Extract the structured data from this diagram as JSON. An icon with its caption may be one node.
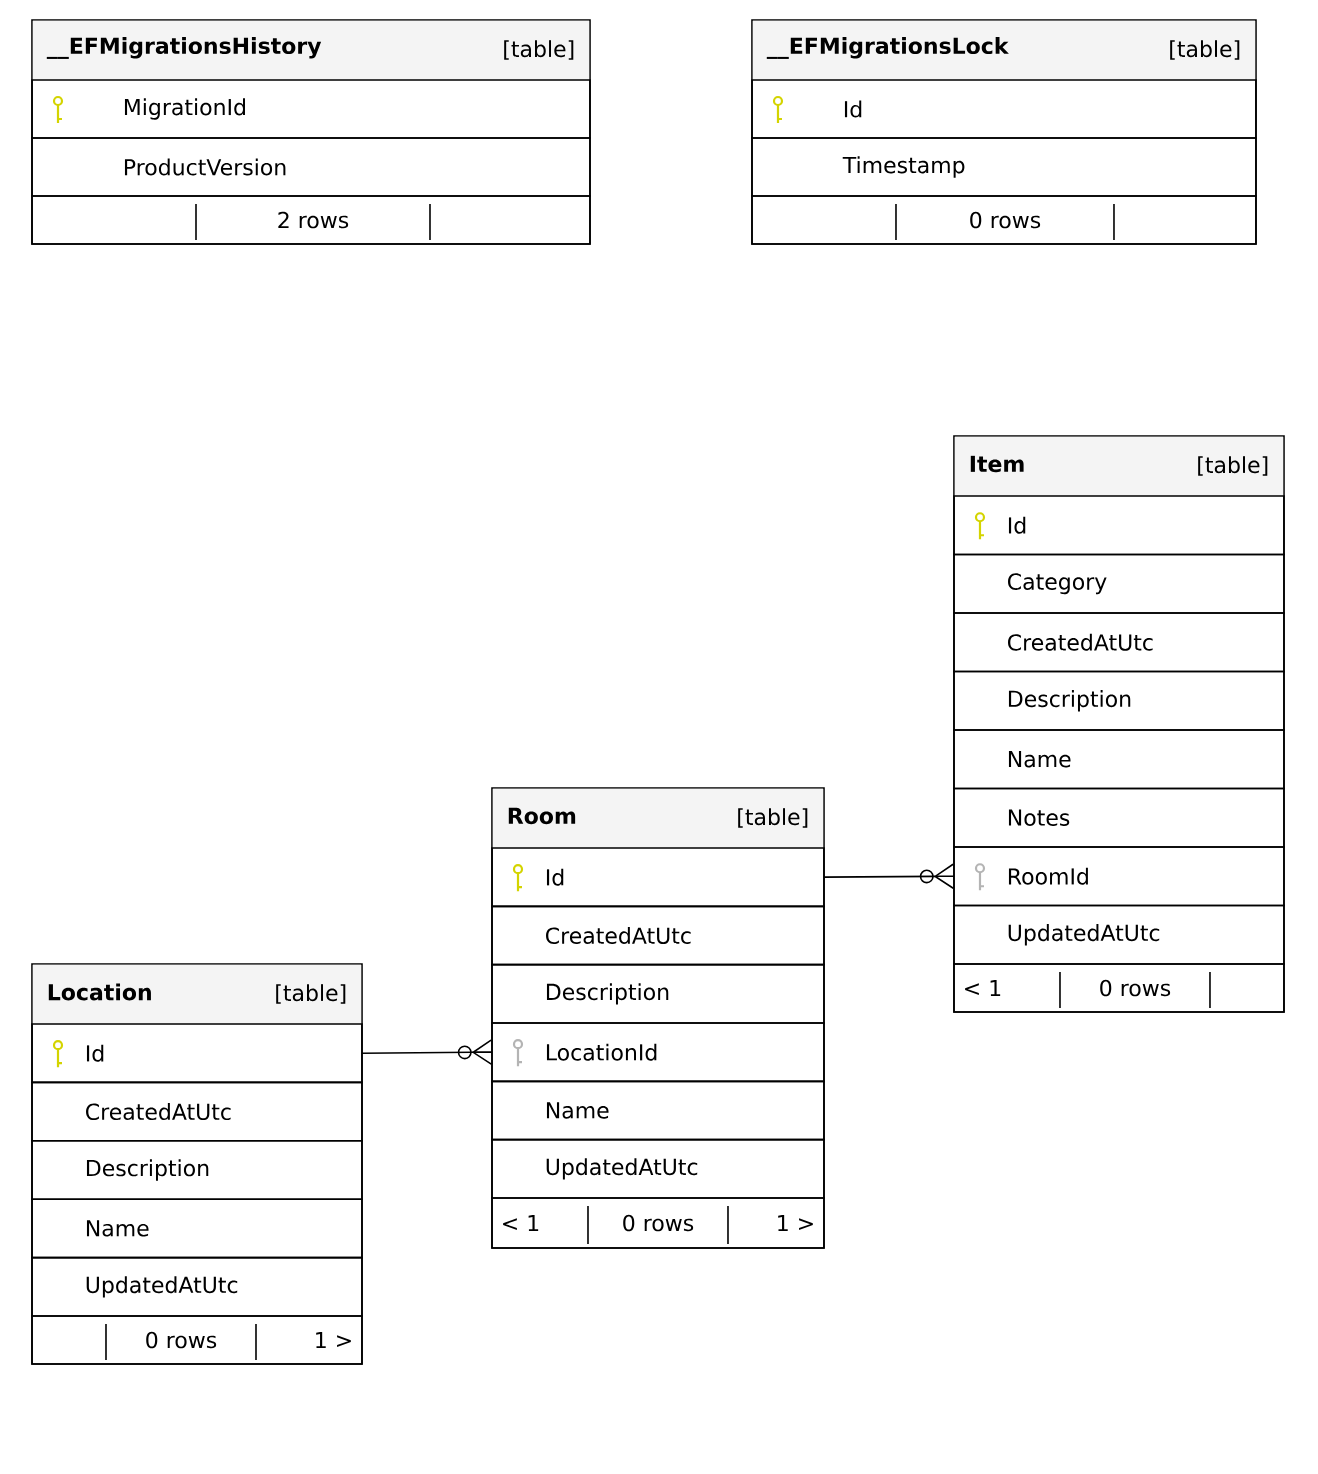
{
  "diagram": {
    "nodes": [
      {
        "text": [
          "__EFMigrationsHistory",
          "[table]"
        ]
      },
      {
        "text": [
          "MigrationId"
        ],
        "in": 0
      },
      {
        "text": [
          "ProductVersion"
        ],
        "in": 0
      },
      {
        "text": [
          "2 rows"
        ],
        "in": 0
      },
      {
        "text": [
          "__EFMigrationsLock",
          "[table]"
        ]
      },
      {
        "text": [
          "Id"
        ],
        "in": 4
      },
      {
        "text": [
          "Timestamp"
        ],
        "in": 4
      },
      {
        "text": [
          "0 rows"
        ],
        "in": 4
      },
      {
        "text": [
          "Item",
          "[table]"
        ]
      },
      {
        "text": [
          "Id"
        ],
        "in": 8
      },
      {
        "text": [
          "Category"
        ],
        "in": 8
      },
      {
        "text": [
          "CreatedAtUtc"
        ],
        "in": 8
      },
      {
        "text": [
          "Description"
        ],
        "in": 8
      },
      {
        "text": [
          "Name"
        ],
        "in": 8
      },
      {
        "text": [
          "Notes"
        ],
        "in": 8
      },
      {
        "text": [
          "RoomId"
        ],
        "in": 8
      },
      {
        "text": [
          "UpdatedAtUtc"
        ],
        "in": 8
      },
      {
        "text": [
          "< 1",
          "0 rows"
        ],
        "in": 8
      },
      {
        "text": [
          "Room",
          "[table]"
        ]
      },
      {
        "text": [
          "Id"
        ],
        "in": 18
      },
      {
        "text": [
          "CreatedAtUtc"
        ],
        "in": 18
      },
      {
        "text": [
          "Description"
        ],
        "in": 18
      },
      {
        "text": [
          "LocationId"
        ],
        "in": 18
      },
      {
        "text": [
          "Name"
        ],
        "in": 18
      },
      {
        "text": [
          "UpdatedAtUtc"
        ],
        "in": 18
      },
      {
        "text": [
          "< 1",
          "0 rows",
          "1 >"
        ],
        "in": 18
      },
      {
        "text": [
          "Location",
          "[table]"
        ]
      },
      {
        "text": [
          "Id"
        ],
        "in": 26
      },
      {
        "text": [
          "CreatedAtUtc"
        ],
        "in": 26
      },
      {
        "text": [
          "Description"
        ],
        "in": 26
      },
      {
        "text": [
          "Name"
        ],
        "in": 26
      },
      {
        "text": [
          "UpdatedAtUtc"
        ],
        "in": 26
      },
      {
        "text": [
          "0 rows",
          "1 >"
        ],
        "in": 26
      }
    ],
    "edges": [
      {
        "from": 19,
        "to": 15,
        "arrow": "other"
      },
      {
        "from": 27,
        "to": 22,
        "arrow": "other"
      }
    ]
  }
}
